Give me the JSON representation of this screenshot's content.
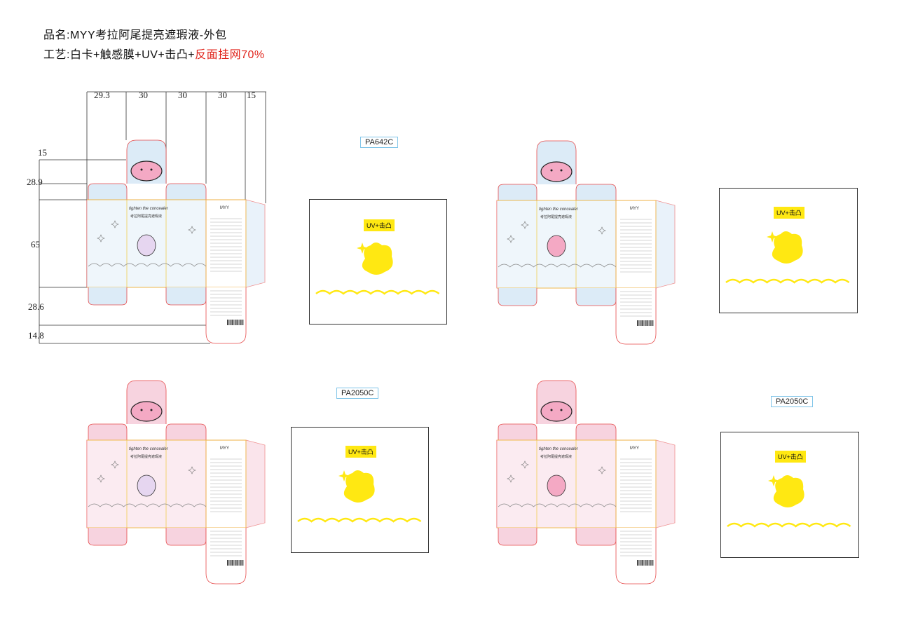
{
  "header": {
    "product_line": "品名:MYY考拉阿尾提亮遮瑕液-外包",
    "process_prefix": "工艺:白卡+触感膜+UV+击凸+",
    "process_red": "反面挂网70%"
  },
  "dimensions": {
    "top": [
      "29.3",
      "30",
      "30",
      "30",
      "15"
    ],
    "left": [
      "15",
      "28.9",
      "65",
      "28.6",
      "14.8"
    ]
  },
  "pantone": {
    "box1": "PA642C",
    "box3": "PA2050C",
    "box4": "PA2050C"
  },
  "uv_label": "UV+击凸",
  "box_text": {
    "brand": "MYY",
    "slogan": "tighten the concealer",
    "name_cn": "考拉阿尾提亮遮瑕液"
  },
  "colors": {
    "blue_tint": "#dcebf7",
    "pink_tint": "#f7d3df",
    "dieline": "#e64a4a",
    "fold": "#f0c93a",
    "uv_yellow": "#ffe812"
  }
}
